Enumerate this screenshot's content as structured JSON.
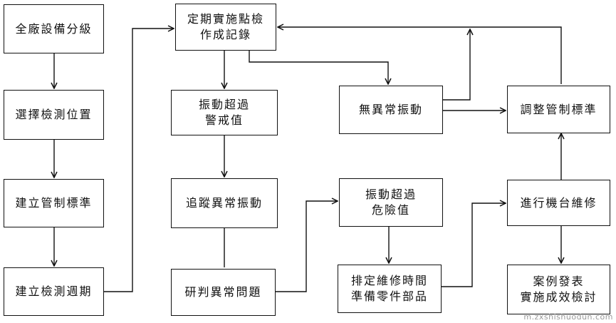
{
  "nodes": {
    "n1": [
      "全廠設備分級"
    ],
    "n2": [
      "選擇檢測位置"
    ],
    "n3": [
      "建立管制標準"
    ],
    "n4": [
      "建立檢測週期"
    ],
    "n5": [
      "定期實施點檢",
      "作成記錄"
    ],
    "n6": [
      "振動超過",
      "警戒值"
    ],
    "n7": [
      "追蹤異常振動"
    ],
    "n8": [
      "研判異常問題"
    ],
    "n9": [
      "無異常振動"
    ],
    "n10": [
      "振動超過",
      "危險值"
    ],
    "n11": [
      "排定維修時間",
      "準備零件部品"
    ],
    "n12": [
      "調整管制標準"
    ],
    "n13": [
      "進行機台維修"
    ],
    "n14": [
      "案例發表",
      "實施成效檢討"
    ]
  },
  "watermark": "m.zxshishuodun.com"
}
